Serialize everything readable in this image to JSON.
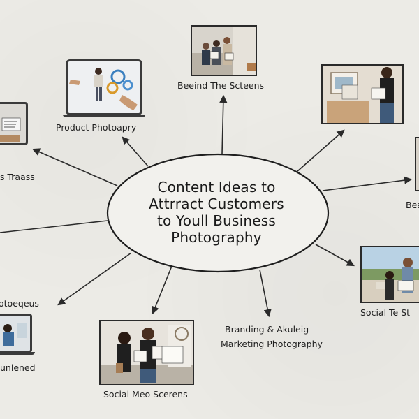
{
  "center": {
    "lines": [
      "Content Ideas to",
      "Attrract Customers",
      "to Youll Business",
      "Photography"
    ]
  },
  "nodes": {
    "behind_scenes": "Beeind The  Scteens",
    "product_photo": "Product Photoapry",
    "left_top": "s Traass",
    "right_mid": "Bea",
    "left_mid": "otoeqeus",
    "left_bottom": "unlened",
    "social_scenes": "Social Meo Scerens",
    "branding_line1": "Branding & Akuleig",
    "branding_line2": "Marketing Photography",
    "social_right": "Social Te St"
  },
  "colors": {
    "background": "#ecebe6",
    "line": "#2a2a2a",
    "ellipse_fill": "#f2f1ed"
  }
}
